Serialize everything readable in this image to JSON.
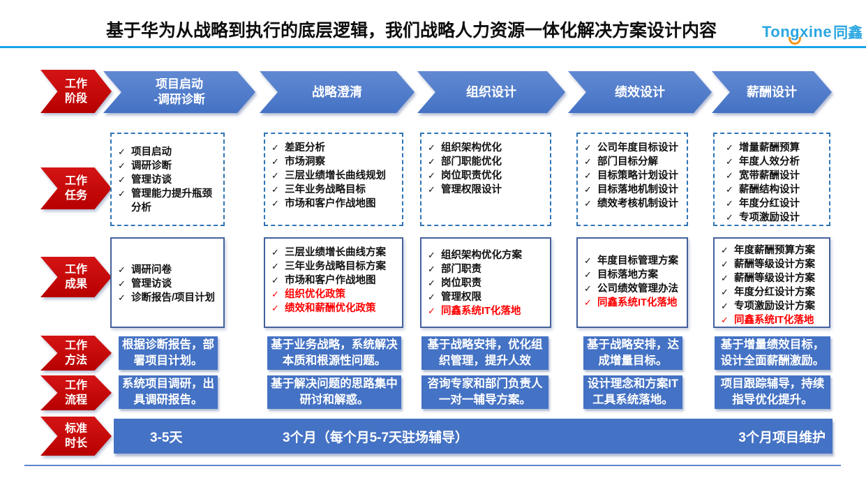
{
  "header": {
    "title": "基于华为从战略到执行的底层逻辑，我们战略人力资源一体化解决方案设计内容",
    "logo": {
      "en": "Tongxine",
      "cn": "同鑫"
    }
  },
  "colors": {
    "row_header_red": "#C00000",
    "primary_blue": "#4472C4",
    "highlight_text_red": "#FE0000",
    "duration_highlight_yellow": "#FFFF00",
    "logo_blue": "#2CA6E0",
    "logo_smile_orange": "#F7941D",
    "header_rule_blue": "#18A3E8"
  },
  "row_headers": [
    {
      "line1": "工作",
      "line2": "阶段"
    },
    {
      "line1": "工作",
      "line2": "任务"
    },
    {
      "line1": "工作",
      "line2": "成果"
    },
    {
      "line1": "工作",
      "line2": "方法"
    },
    {
      "line1": "工作",
      "line2": "流程"
    },
    {
      "line1": "标准",
      "line2": "时长"
    }
  ],
  "phases": [
    {
      "name_line1": "项目启动",
      "name_line2": "-调研诊断",
      "tasks": [
        {
          "text": "项目启动",
          "red": false
        },
        {
          "text": "调研诊断",
          "red": false
        },
        {
          "text": "管理访谈",
          "red": false
        },
        {
          "text": "管理能力提升瓶颈分析",
          "red": false
        }
      ],
      "outputs": [
        {
          "text": "调研问卷",
          "red": false
        },
        {
          "text": "管理访谈",
          "red": false
        },
        {
          "text": "诊断报告/项目计划",
          "red": false
        }
      ],
      "method": "根据诊断报告，部署项目计划。",
      "process": "系统项目调研，出具调研报告。"
    },
    {
      "name_line1": "战略澄清",
      "tasks": [
        {
          "text": "差距分析",
          "red": false
        },
        {
          "text": "市场洞察",
          "red": false
        },
        {
          "text": "三层业绩增长曲线规划",
          "red": false
        },
        {
          "text": "三年业务战略目标",
          "red": false
        },
        {
          "text": "市场和客户作战地图",
          "red": false
        }
      ],
      "outputs": [
        {
          "text": "三层业绩增长曲线方案",
          "red": false
        },
        {
          "text": "三年业务战略目标方案",
          "red": false
        },
        {
          "text": "市场和客户作战地图",
          "red": false
        },
        {
          "text": "组织优化政策",
          "red": true
        },
        {
          "text": "绩效和薪酬优化政策",
          "red": true
        }
      ],
      "method": "基于业务战略，系统解决本质和根源性问题。",
      "process": "基于解决问题的思路集中研讨和解惑。"
    },
    {
      "name_line1": "组织设计",
      "tasks": [
        {
          "text": "组织架构优化",
          "red": false
        },
        {
          "text": "部门职能优化",
          "red": false
        },
        {
          "text": "岗位职责优化",
          "red": false
        },
        {
          "text": "管理权限设计",
          "red": false
        }
      ],
      "outputs": [
        {
          "text": "组织架构优化方案",
          "red": false
        },
        {
          "text": "部门职责",
          "red": false
        },
        {
          "text": "岗位职责",
          "red": false
        },
        {
          "text": "管理权限",
          "red": false
        },
        {
          "text": "同鑫系统IT化落地",
          "red": true
        }
      ],
      "method": "基于战略安排，优化组织管理，提升人效",
      "process": "咨询专家和部门负责人一对一辅导方案。"
    },
    {
      "name_line1": "绩效设计",
      "tasks": [
        {
          "text": "公司年度目标设计",
          "red": false
        },
        {
          "text": "部门目标分解",
          "red": false
        },
        {
          "text": "目标策略计划设计",
          "red": false
        },
        {
          "text": "目标落地机制设计",
          "red": false
        },
        {
          "text": "绩效考核机制设计",
          "red": false
        }
      ],
      "outputs": [
        {
          "text": "年度目标管理方案",
          "red": false
        },
        {
          "text": "目标落地方案",
          "red": false
        },
        {
          "text": "公司绩效管理办法",
          "red": false
        },
        {
          "text": "同鑫系统IT化落地",
          "red": true
        }
      ],
      "method": "基于战略安排，达成增量目标。",
      "process": "设计理念和方案IT工具系统落地。"
    },
    {
      "name_line1": "薪酬设计",
      "tasks": [
        {
          "text": "增量薪酬预算",
          "red": false
        },
        {
          "text": "年度人效分析",
          "red": false
        },
        {
          "text": "宽带薪酬设计",
          "red": false
        },
        {
          "text": "薪酬结构设计",
          "red": false
        },
        {
          "text": "年度分红设计",
          "red": false
        },
        {
          "text": "专项激励设计",
          "red": false
        }
      ],
      "outputs": [
        {
          "text": "年度薪酬预算方案",
          "red": false
        },
        {
          "text": "薪酬等级设计方案",
          "red": false
        },
        {
          "text": "薪酬等级设计方案",
          "red": false
        },
        {
          "text": "年度分红设计方案",
          "red": false
        },
        {
          "text": "专项激励设计方案",
          "red": false
        },
        {
          "text": "同鑫系统IT化落地",
          "red": true
        }
      ],
      "method": "基于增量绩效目标，设计全面薪酬激励。",
      "process": "项目跟踪辅导，持续指导优化提升。"
    }
  ],
  "duration": {
    "items": [
      {
        "text": "3-5天",
        "highlight": false
      },
      {
        "text": "3个月（每个月5-7天驻场辅导）",
        "highlight": false
      },
      {
        "text": "3个月项目维护",
        "highlight": true
      }
    ]
  }
}
